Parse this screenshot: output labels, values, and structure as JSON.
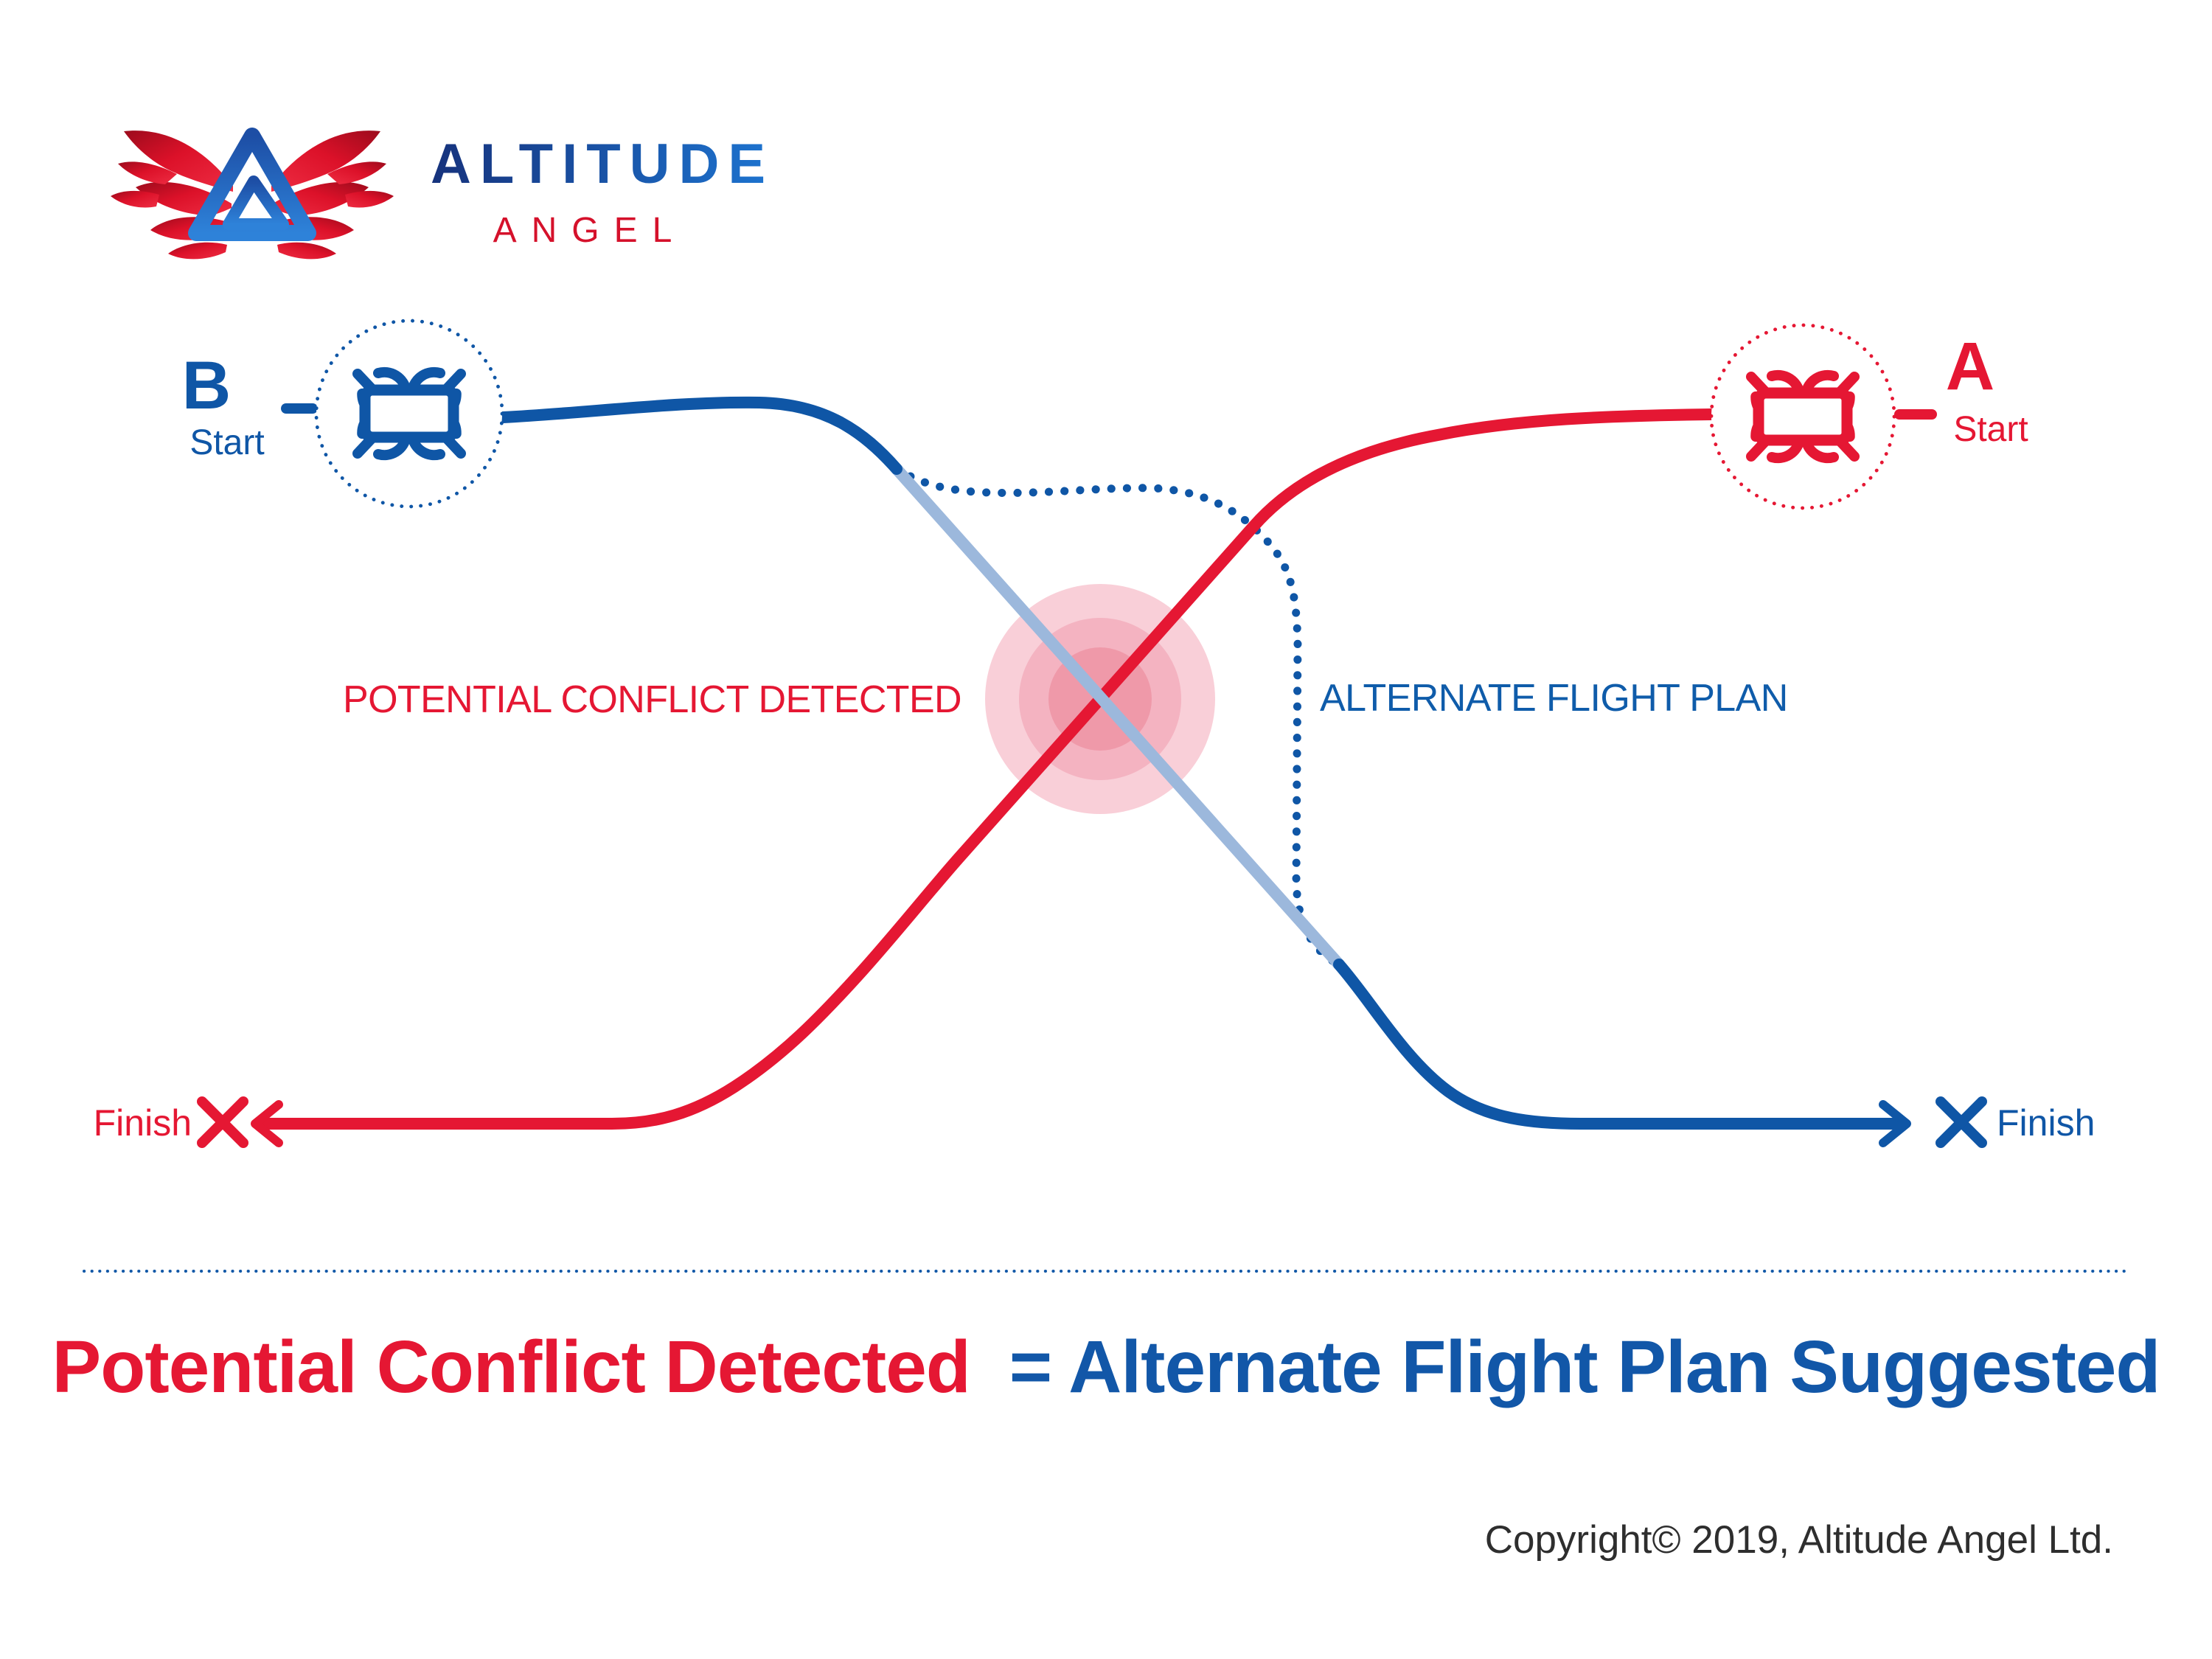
{
  "logo": {
    "brand": "ALTITUDE",
    "sub": "ANGEL"
  },
  "drone_b": {
    "letter": "B",
    "start_label": "Start"
  },
  "drone_a": {
    "letter": "A",
    "start_label": "Start"
  },
  "diagram": {
    "conflict_label": "POTENTIAL CONFLICT DETECTED",
    "alternate_label": "ALTERNATE FLIGHT PLAN",
    "finish_a_label": "Finish",
    "finish_b_label": "Finish"
  },
  "title": {
    "red_part": "Potential Conflict Detected",
    "blue_part": "= Alternate Flight Plan Suggested"
  },
  "footer": {
    "copyright": "Copyright© 2019, Altitude Angel Ltd."
  },
  "colors": {
    "brand_blue": "#0f56a6",
    "light_blue": "#9cb8dc",
    "brand_red": "#e51733",
    "label_blue": "#0f5caa",
    "pink_outer": "#f9cfd8",
    "pink_mid": "#f4b3c1",
    "pink_inner": "#ef99a9",
    "copyright_text": "#2e2e2e"
  }
}
